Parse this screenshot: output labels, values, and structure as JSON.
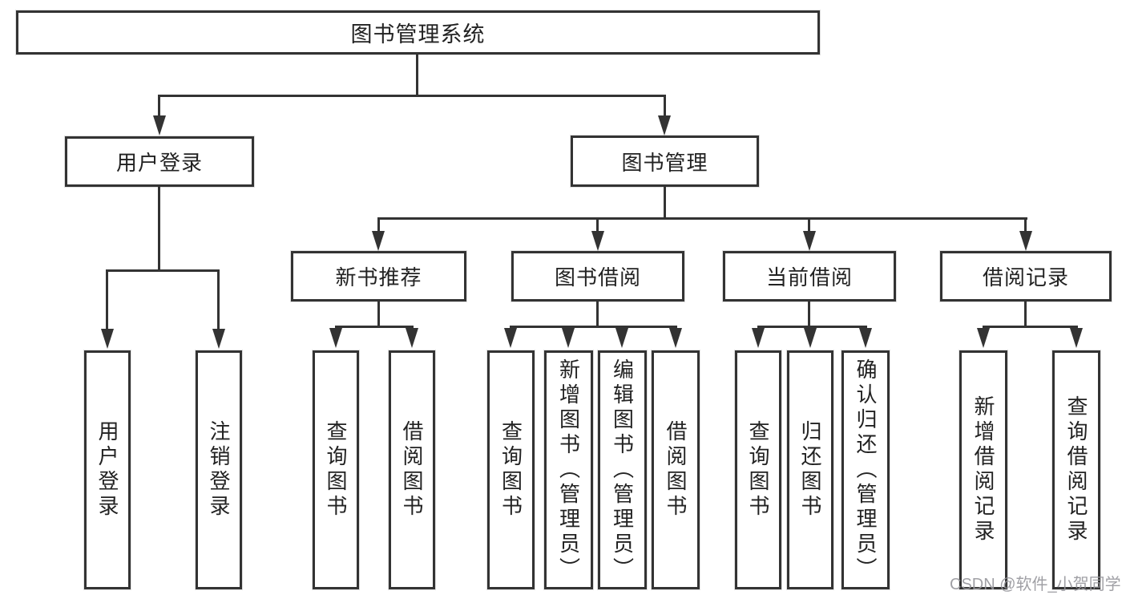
{
  "diagram": {
    "title": "图书管理系统",
    "nodes": {
      "root": {
        "label": "图书管理系统"
      },
      "login": {
        "label": "用户登录"
      },
      "manage": {
        "label": "图书管理"
      },
      "recommend": {
        "label": "新书推荐"
      },
      "borrow": {
        "label": "图书借阅"
      },
      "current": {
        "label": "当前借阅"
      },
      "records": {
        "label": "借阅记录"
      },
      "leaves": {
        "user_login": {
          "label": "用户登录"
        },
        "logout": {
          "label": "注销登录"
        },
        "rec_query": {
          "label": "查询图书"
        },
        "rec_borrow": {
          "label": "借阅图书"
        },
        "bor_query": {
          "label": "查询图书"
        },
        "bor_add": {
          "label": "新增图书（管理员）"
        },
        "bor_edit": {
          "label": "编辑图书（管理员）"
        },
        "bor_borrow": {
          "label": "借阅图书"
        },
        "cur_query": {
          "label": "查询图书"
        },
        "cur_return": {
          "label": "归还图书"
        },
        "cur_confirm": {
          "label": "确认归还（管理员）"
        },
        "rcd_add": {
          "label": "新增借阅记录"
        },
        "rcd_query": {
          "label": "查询借阅记录"
        }
      }
    },
    "colors": {
      "line": "#333333",
      "box_border": "#333333",
      "text": "#222222",
      "background": "#ffffff",
      "watermark": "#96969b"
    },
    "watermark": {
      "text": "CSDN @软件_小贺同学"
    }
  }
}
